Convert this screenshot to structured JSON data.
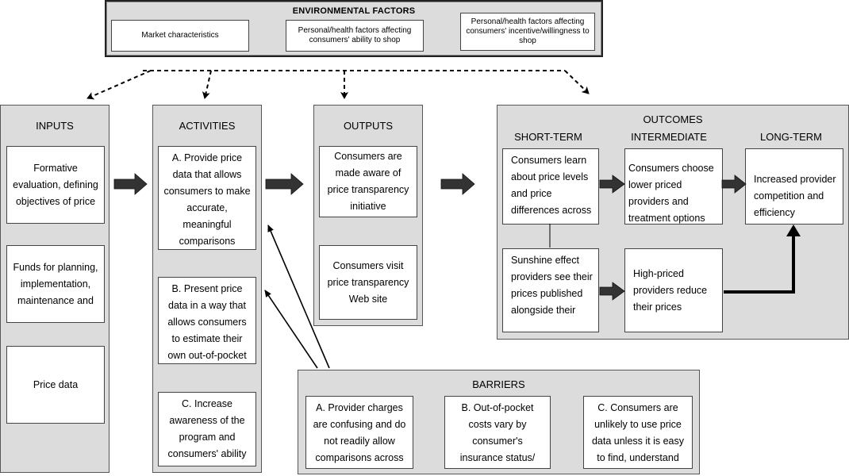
{
  "environmental": {
    "title": "ENVIRONMENTAL FACTORS",
    "items": [
      "Market characteristics",
      "Personal/health factors affecting consumers' ability to shop",
      "Personal/health factors affecting consumers' incentive/willingness to shop"
    ]
  },
  "inputs": {
    "title": "INPUTS",
    "items": [
      "Formative evaluation, defining objectives of price",
      "Funds for planning, implementation, maintenance and",
      "Price data"
    ]
  },
  "activities": {
    "title": "ACTIVITIES",
    "items": [
      "A. Provide price data that allows consumers to make accurate, meaningful comparisons across providers",
      "B. Present price data in a way that allows consumers to estimate their own out-of-pocket",
      "C. Increase awareness of the program and consumers' ability"
    ]
  },
  "outputs": {
    "title": "OUTPUTS",
    "items": [
      "Consumers are made aware of price transparency initiative",
      "Consumers visit price transparency Web site"
    ]
  },
  "outcomes": {
    "title": "OUTCOMES",
    "short_term_label": "SHORT-TERM",
    "intermediate_label": "INTERMEDIATE",
    "long_term_label": "LONG-TERM",
    "short_term": [
      "Consumers learn about price levels and price differences across",
      "Sunshine effect providers see their prices published alongside their"
    ],
    "intermediate": [
      "Consumers choose lower priced providers and treatment options",
      "High-priced providers reduce their prices"
    ],
    "long_term": "Increased provider competition and efficiency"
  },
  "barriers": {
    "title": "BARRIERS",
    "items": [
      "A. Provider charges are confusing and do not readily allow comparisons across",
      "B. Out-of-pocket costs vary by consumer's insurance status/",
      "C. Consumers are unlikely to use price data unless it is easy to find, understand"
    ]
  }
}
